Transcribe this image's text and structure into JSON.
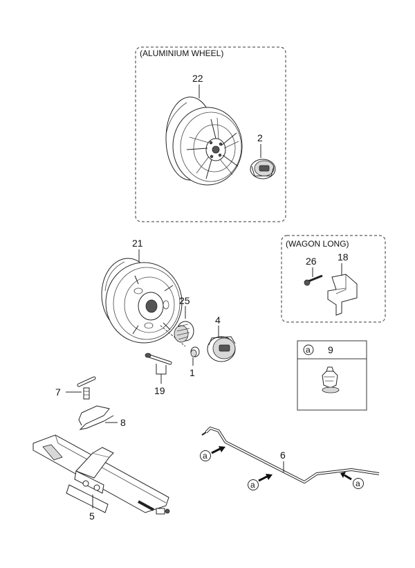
{
  "boxes": {
    "aluminium_wheel": "(ALUMINIUM WHEEL)",
    "wagon_long": "(WAGON LONG)"
  },
  "legend": {
    "marker": "a",
    "part": "9"
  },
  "callouts": {
    "p22": "22",
    "p2": "2",
    "p21": "21",
    "p25": "25",
    "p4": "4",
    "p1": "1",
    "p19": "19",
    "p26": "26",
    "p18": "18",
    "p7": "7",
    "p8": "8",
    "p5": "5",
    "p6": "6"
  },
  "markers": {
    "m1": "a",
    "m2": "a",
    "m3": "a"
  }
}
